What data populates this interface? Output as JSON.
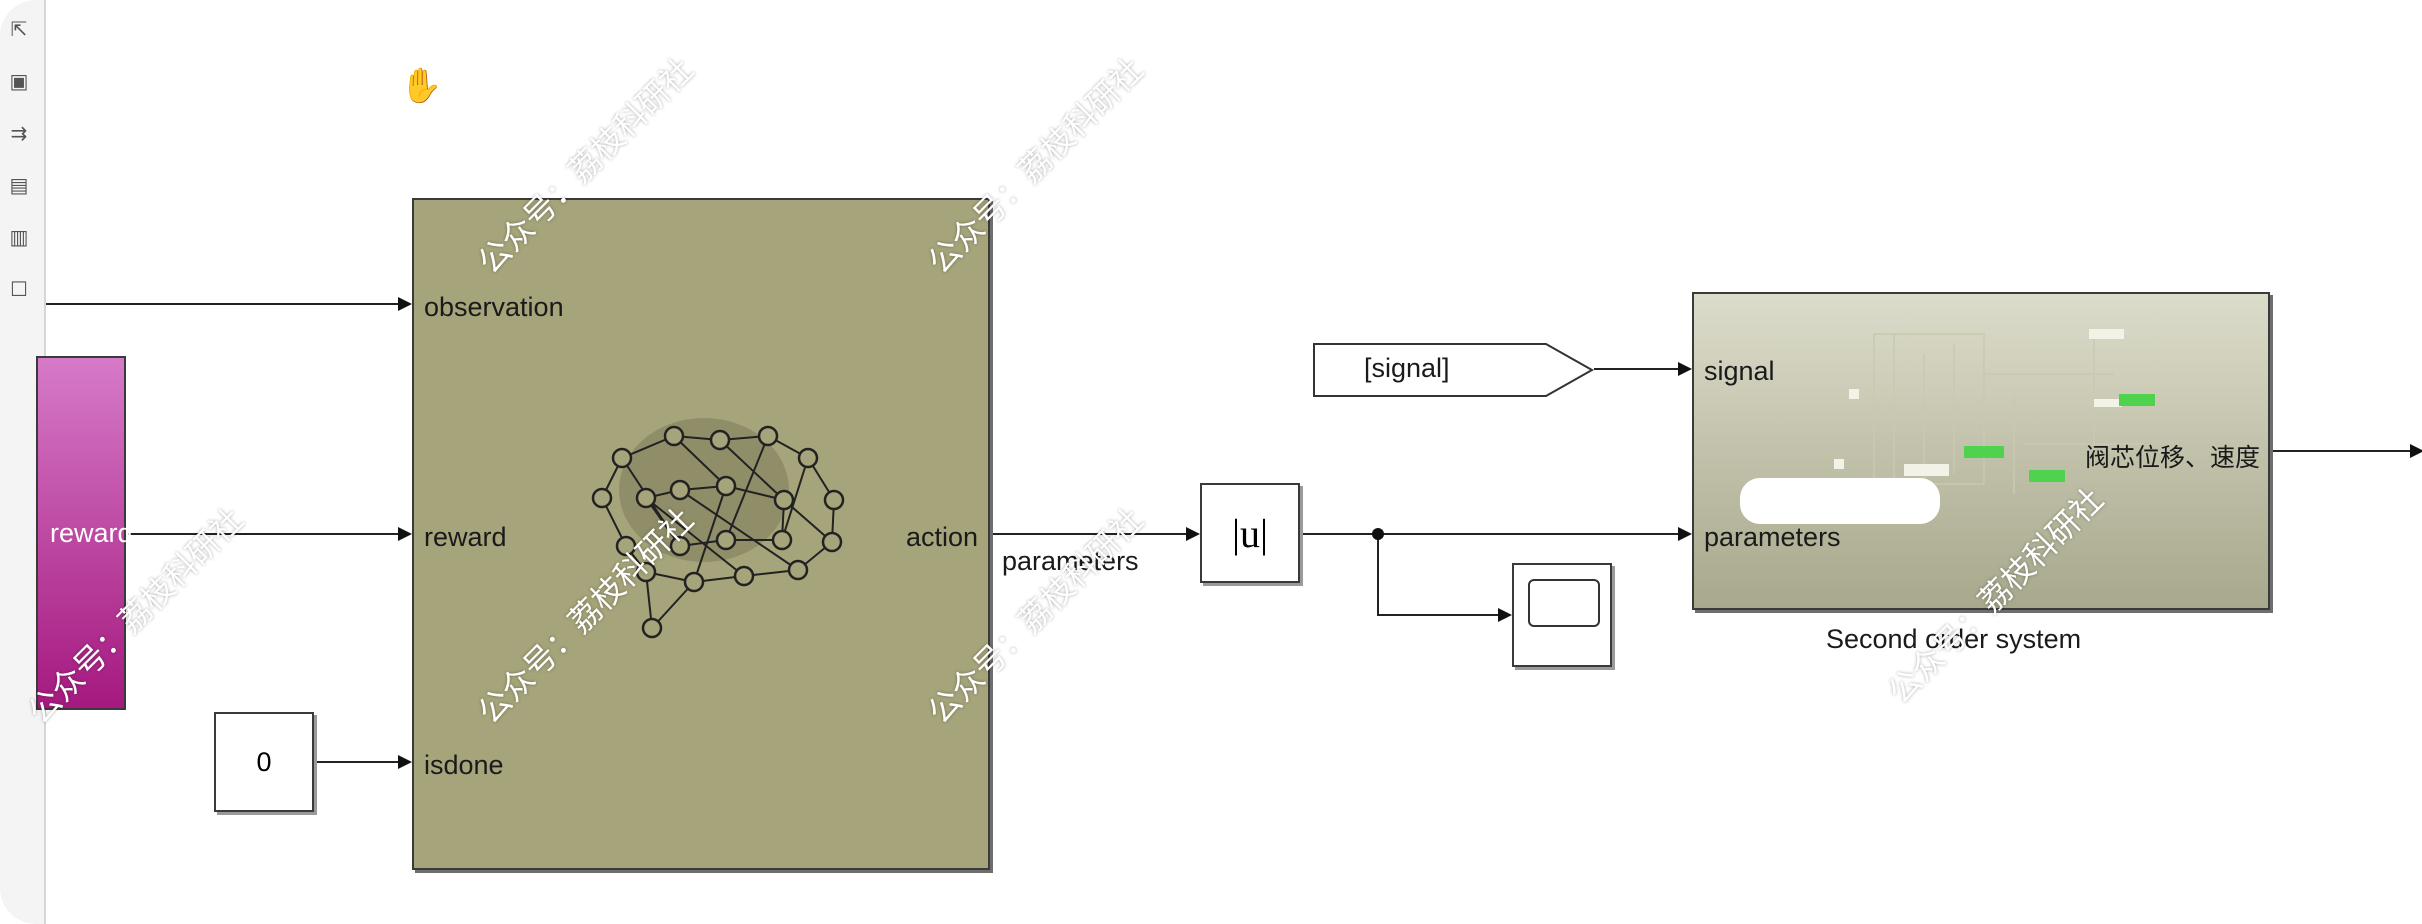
{
  "diagram": {
    "agent_block": {
      "inputs": [
        "observation",
        "reward",
        "isdone"
      ],
      "output": "action"
    },
    "reward_block": {
      "label": "reward"
    },
    "constant_block": {
      "value": "0"
    },
    "wire_label": "parameters",
    "abs_block": {
      "label": "|u|"
    },
    "from_block": {
      "label": "[signal]"
    },
    "subsystem": {
      "inputs": [
        "signal",
        "parameters"
      ],
      "output_label": "阀芯位移、速度",
      "name": "Second order system"
    }
  },
  "watermark": "公众号：荔枝科研社",
  "colors": {
    "agent_fill": "#a6a47a",
    "reward_gradient_top": "#d67ac8",
    "reward_gradient_bottom": "#a5197f",
    "subsystem_fill": "#cfcfb8"
  },
  "palette_icons": [
    "pointer-icon",
    "fit-view-icon",
    "arrows-icon",
    "image-icon",
    "annotation-icon",
    "area-icon"
  ]
}
